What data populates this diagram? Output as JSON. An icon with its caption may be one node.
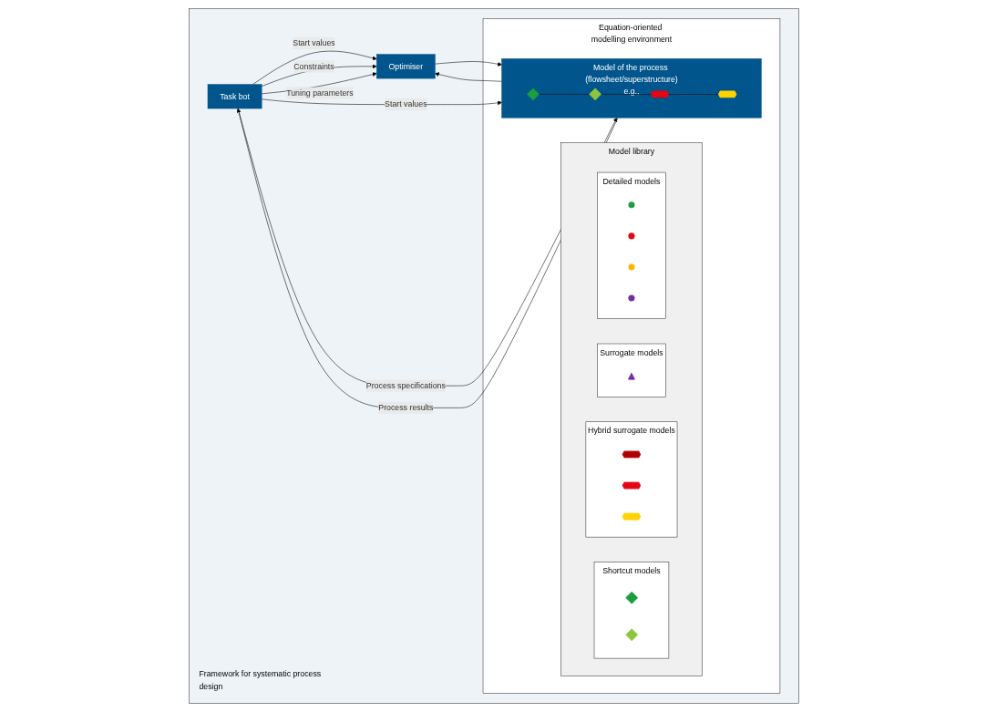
{
  "diagram": {
    "nodes": [
      {
        "text": [
          "Framework for systematic process design"
        ]
      },
      {
        "text": [
          "Task bot"
        ],
        "in": 0
      },
      {
        "text": [
          "Optimiser"
        ],
        "in": 0
      },
      {
        "text": [
          "Equation-oriented modelling environment"
        ],
        "in": 0
      },
      {
        "text": [
          "Model of the process (flowsheet/superstructure)",
          "e.g.,"
        ],
        "in": 3
      },
      {
        "text": [],
        "shape": "diamond",
        "in": 4
      },
      {
        "text": [],
        "shape": "diamond",
        "in": 4
      },
      {
        "text": [],
        "shape": "hexagon",
        "in": 4
      },
      {
        "text": [],
        "shape": "hexagon",
        "in": 4
      },
      {
        "text": [
          "Model library"
        ],
        "in": 3
      },
      {
        "text": [
          "Shortcut models"
        ],
        "in": 9
      },
      {
        "text": [],
        "shape": "diamond",
        "in": 10
      },
      {
        "text": [],
        "shape": "diamond",
        "in": 10
      },
      {
        "text": [
          "Hybrid surrogate models"
        ],
        "in": 9
      },
      {
        "text": [],
        "shape": "hexagon",
        "in": 13
      },
      {
        "text": [],
        "shape": "hexagon",
        "in": 13
      },
      {
        "text": [],
        "shape": "hexagon",
        "in": 13
      },
      {
        "text": [
          "Surrogate models"
        ],
        "in": 9
      },
      {
        "text": [],
        "shape": "triangle",
        "in": 17
      },
      {
        "text": [
          "Detailed models"
        ],
        "in": 9
      },
      {
        "text": [],
        "shape": "circle",
        "in": 19
      },
      {
        "text": [],
        "shape": "circle",
        "in": 19
      },
      {
        "text": [],
        "shape": "circle",
        "in": 19
      },
      {
        "text": [],
        "shape": "circle",
        "in": 19
      }
    ],
    "edges": [
      {
        "from": 1,
        "to": 2,
        "arrow": "to",
        "label": "Start values"
      },
      {
        "from": 1,
        "to": 2,
        "arrow": "to",
        "label": "Constraints"
      },
      {
        "from": 1,
        "to": 2,
        "arrow": "to",
        "label": "Tuning parameters"
      },
      {
        "from": 1,
        "to": 4,
        "arrow": "to",
        "label": "Start values"
      },
      {
        "from": 1,
        "to": 4,
        "arrow": "to",
        "label": "Process specifications"
      },
      {
        "from": 4,
        "to": 1,
        "arrow": "to",
        "label": "Process results"
      },
      {
        "from": 2,
        "to": 4,
        "arrow": "to"
      },
      {
        "from": 4,
        "to": 2,
        "arrow": "to"
      },
      {
        "from": 5,
        "to": 6,
        "arrow": "none"
      },
      {
        "from": 6,
        "to": 7,
        "arrow": "none"
      },
      {
        "from": 7,
        "to": 8,
        "arrow": "none"
      }
    ]
  }
}
